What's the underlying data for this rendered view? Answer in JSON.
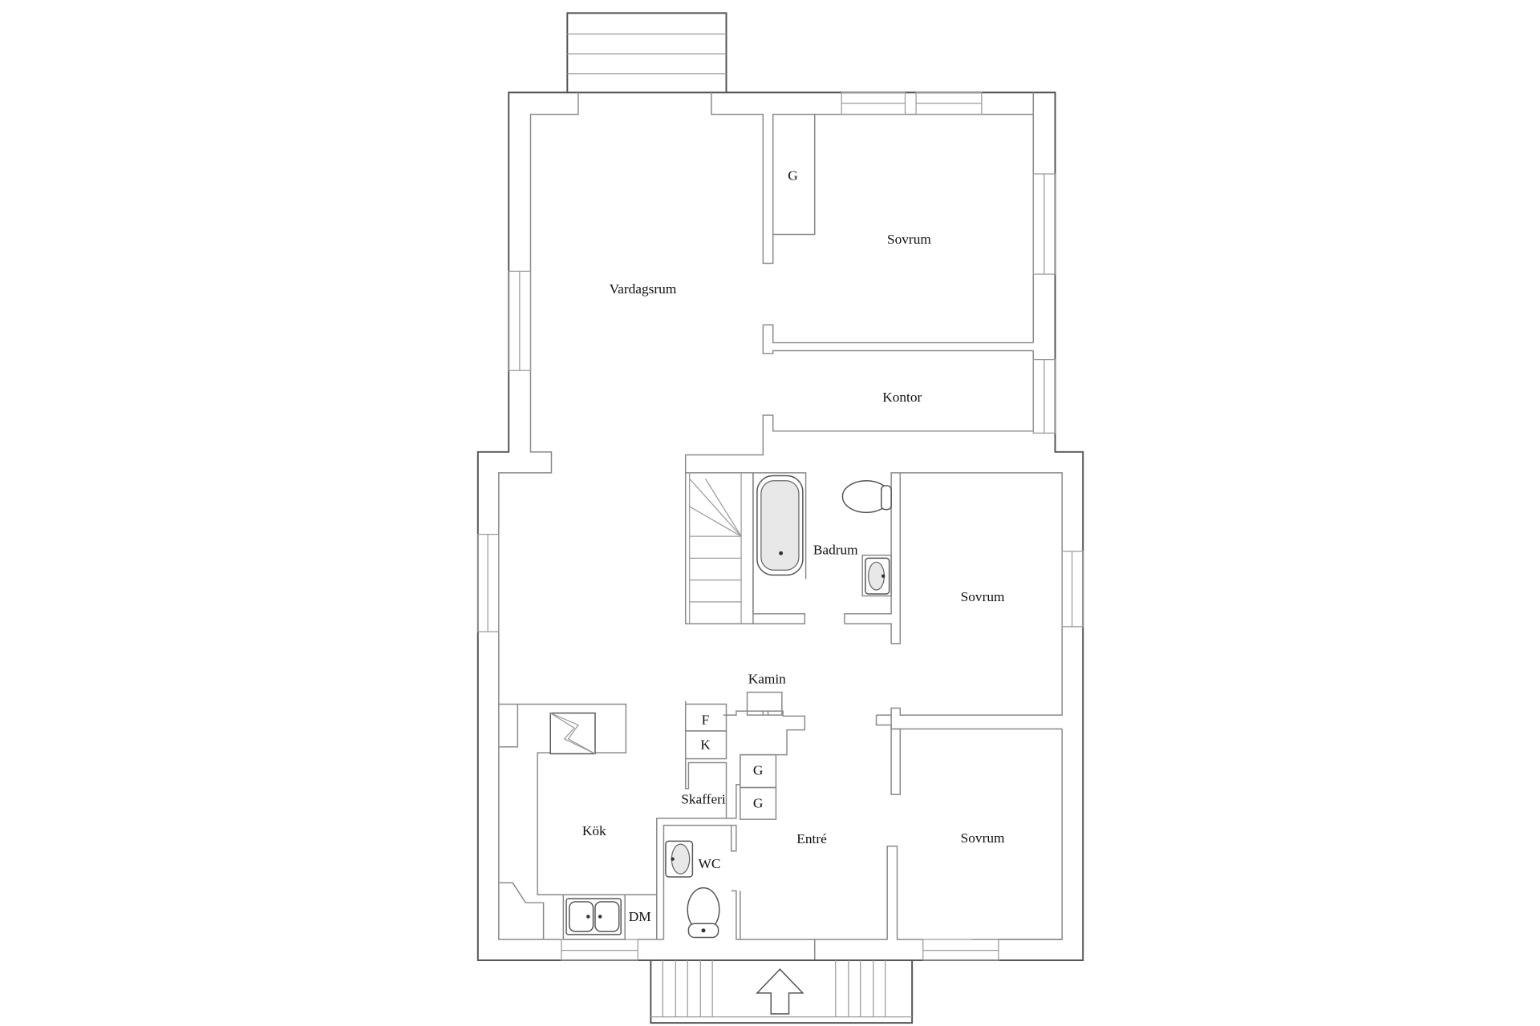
{
  "plan": {
    "type": "floor-plan",
    "rooms": {
      "vardagsrum": "Vardagsrum",
      "sovrum_1": "Sovrum",
      "kontor": "Kontor",
      "badrum": "Badrum",
      "sovrum_2": "Sovrum",
      "kamin": "Kamin",
      "kok": "Kök",
      "skafferi": "Skafferi",
      "entre": "Entré",
      "wc": "WC",
      "sovrum_3": "Sovrum"
    },
    "storage": {
      "g_top": "G",
      "f": "F",
      "k": "K",
      "g_entry_1": "G",
      "g_entry_2": "G",
      "dm": "DM"
    },
    "icons": {
      "entrance_arrow": "arrow-up-icon",
      "stove": "stove-icon",
      "sink": "kitchen-sink-icon",
      "bathtub": "bathtub-icon",
      "toilet_bath": "toilet-icon",
      "washbasin_bath": "washbasin-icon",
      "toilet_wc": "toilet-icon",
      "washbasin_wc": "washbasin-icon",
      "staircase": "staircase-icon"
    },
    "colors": {
      "background": "#ffffff",
      "wall": "#8a8a8a",
      "outer_wall": "#555555",
      "text": "#111111"
    }
  }
}
